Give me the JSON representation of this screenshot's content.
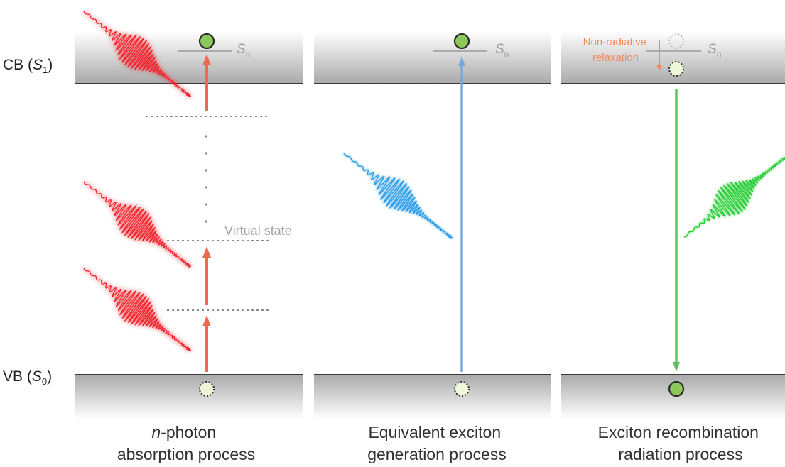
{
  "levels": {
    "cb_label": "CB (",
    "cb_symbol": "S",
    "cb_sub": "1",
    "vb_label": "VB (",
    "vb_symbol": "S",
    "vb_sub": "0",
    "close_paren": ")",
    "sn_symbol": "S",
    "sn_sub": "n"
  },
  "panels": [
    {
      "caption_line1_italic": "n",
      "caption_line1_rest": "-photon",
      "caption_line2": "absorption process",
      "photon_color": "#f0202a",
      "arrow_color": "#ee6a4f"
    },
    {
      "caption_line1": "Equivalent exciton",
      "caption_line2": "generation process",
      "photon_color": "#2a9be8",
      "arrow_color": "#74a8db"
    },
    {
      "caption_line1": "Exciton recombination",
      "caption_line2": "radiation process",
      "photon_color": "#22cc30",
      "arrow_color": "#5fbf5f"
    }
  ],
  "annotations": {
    "virtual_state": "Virtual state",
    "nonradiative_line1": "Non-radiative",
    "nonradiative_line2": "relaxation"
  },
  "colors": {
    "electron_fill": "#8cc85a",
    "hole_fill": "#eef8d8",
    "band_dark": "#a8a8a8",
    "band_light": "#ffffff",
    "level_line": "#3a3a3a",
    "virtual_line": "#8a8a8a"
  }
}
